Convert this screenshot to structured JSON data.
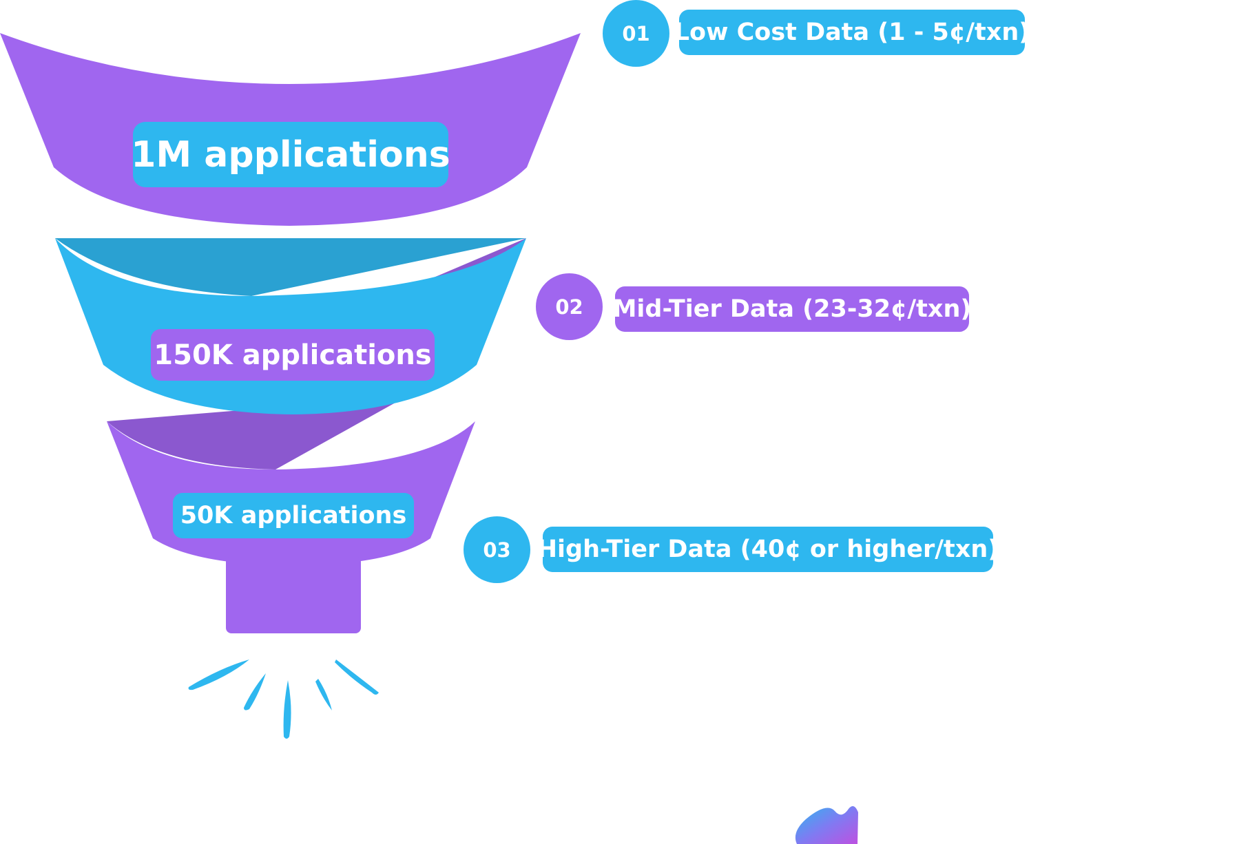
{
  "colors": {
    "purple": "#a066ef",
    "purple_dark": "#8b58cf",
    "blue": "#2eb7ef",
    "blue_dark": "#2aa1d2",
    "white": "#ffffff"
  },
  "funnel": {
    "tiers": [
      {
        "label": "1M applications",
        "color": "purple",
        "pill_color": "blue"
      },
      {
        "label": "150K applications",
        "color": "blue",
        "pill_color": "purple"
      },
      {
        "label": "50K applications",
        "color": "purple",
        "pill_color": "blue"
      }
    ],
    "spout_color": "purple",
    "splash_color": "blue"
  },
  "steps": [
    {
      "number": "01",
      "label": "Low Cost Data (1 - 5¢/txn)",
      "color": "blue"
    },
    {
      "number": "02",
      "label": "Mid-Tier Data (23-32¢/txn)",
      "color": "purple"
    },
    {
      "number": "03",
      "label": "High-Tier Data (40¢ or higher/txn)",
      "color": "blue"
    }
  ],
  "logo": {
    "icon": "wave-logo-icon"
  }
}
